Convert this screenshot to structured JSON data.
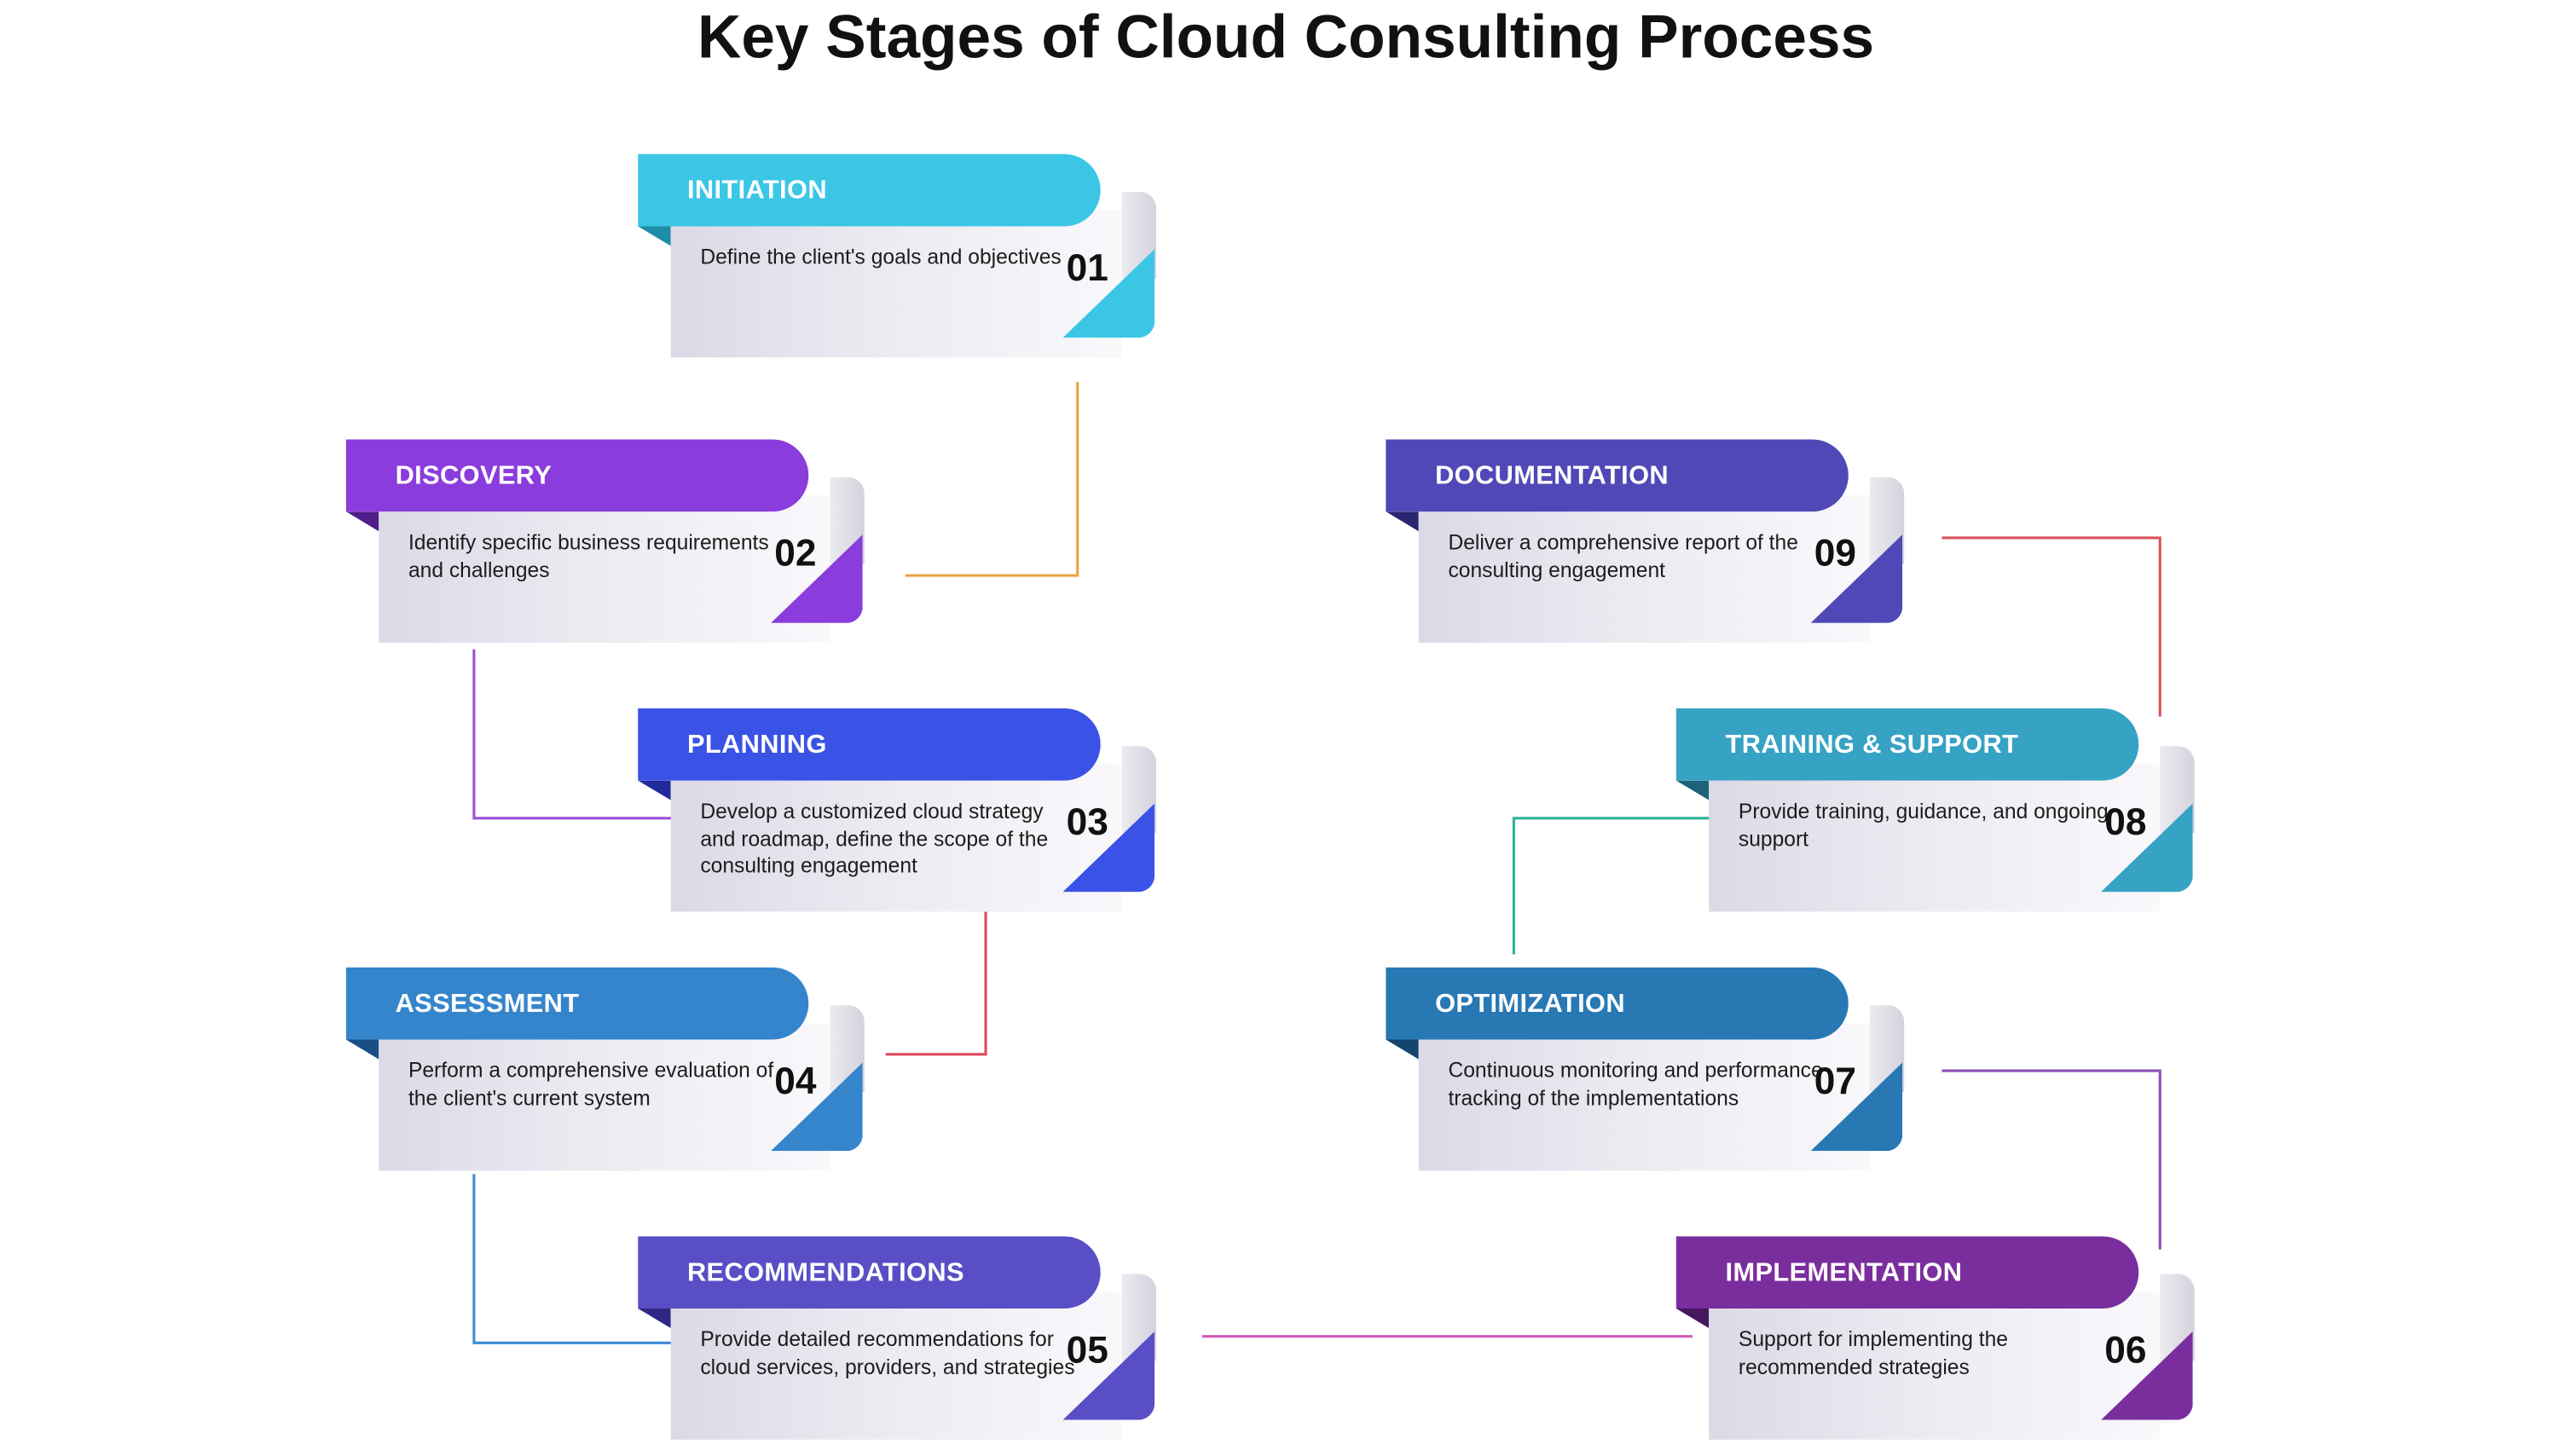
{
  "title": "Key Stages of Cloud Consulting Process",
  "stages": [
    {
      "title": "INITIATION",
      "number": "01",
      "description": "Define the client's goals and objectives",
      "color": "#3BC6E6",
      "dark": "#1E8DA8"
    },
    {
      "title": "DISCOVERY",
      "number": "02",
      "description": "Identify specific business requirements and challenges",
      "color": "#8B3CDC",
      "dark": "#4F1E8A"
    },
    {
      "title": "PLANNING",
      "number": "03",
      "description": "Develop a customized cloud strategy and roadmap, define the scope of the consulting engagement",
      "color": "#3B52E6",
      "dark": "#1F2B9A"
    },
    {
      "title": "ASSESSMENT",
      "number": "04",
      "description": "Perform a comprehensive evaluation of the client's current system",
      "color": "#3585CC",
      "dark": "#1B4E85"
    },
    {
      "title": "RECOMMENDATIONS",
      "number": "05",
      "description": "Provide detailed recommendations for cloud services, providers, and strategies",
      "color": "#5A4EC6",
      "dark": "#2E2784"
    },
    {
      "title": "IMPLEMENTATION",
      "number": "06",
      "description": "Support for implementing the recommended strategies",
      "color": "#7A2E9E",
      "dark": "#45175C"
    },
    {
      "title": "OPTIMIZATION",
      "number": "07",
      "description": "Continuous monitoring and performance tracking of the implementations",
      "color": "#2878B4",
      "dark": "#14456E"
    },
    {
      "title": "TRAINING & SUPPORT",
      "number": "08",
      "description": "Provide training, guidance, and ongoing support",
      "color": "#36A2C4",
      "dark": "#1C6379"
    },
    {
      "title": "DOCUMENTATION",
      "number": "09",
      "description": "Deliver a comprehensive report of the consulting engagement",
      "color": "#5048B6",
      "dark": "#2A2570"
    }
  ],
  "connector_colors": [
    "#E8A33D",
    "#9B4FD8",
    "#E0455E",
    "#3A8BD6",
    "#D45ABF",
    "#8A4FB6",
    "#2CB39A",
    "#D8555B"
  ]
}
